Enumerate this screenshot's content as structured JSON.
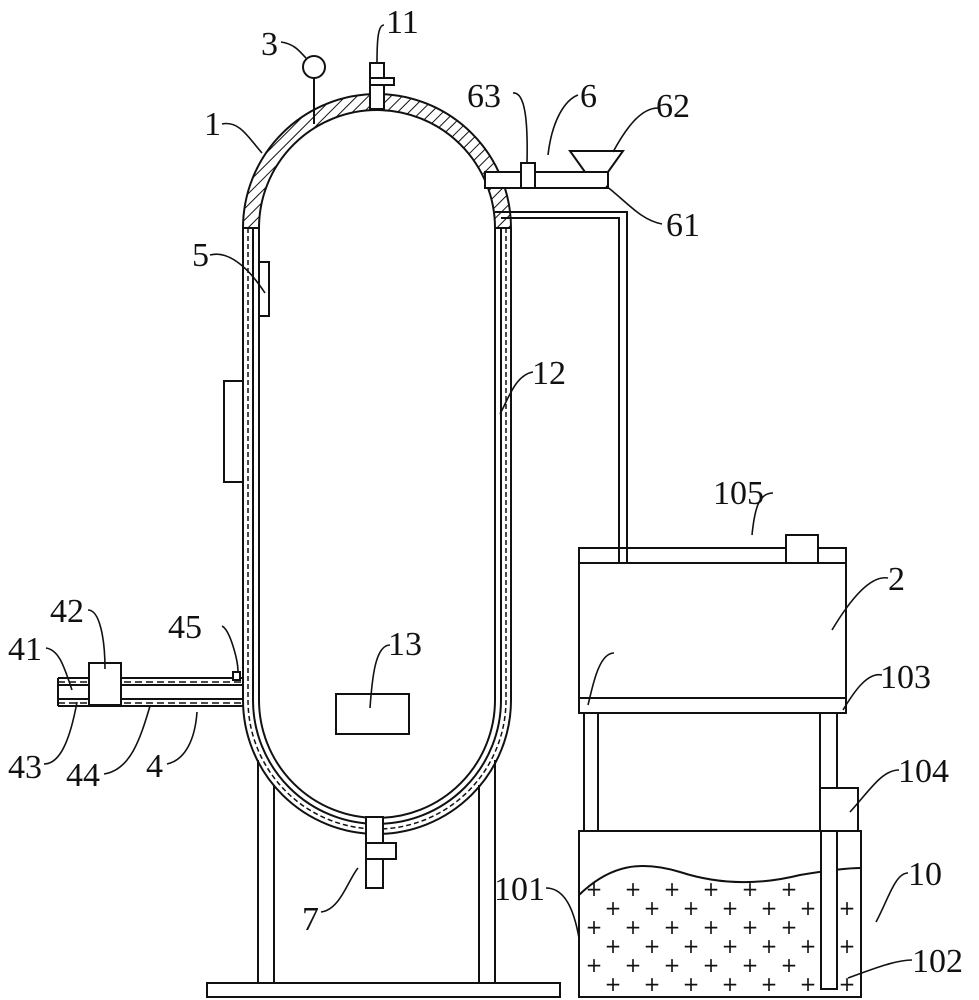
{
  "figure": {
    "type": "patent-style mechanical schematic",
    "colors": {
      "line": "#111111",
      "background": "#ffffff"
    }
  },
  "labels": {
    "vessel": "1",
    "tank": "2",
    "gauge": "3",
    "side_pipe": "4",
    "side_panel": "5",
    "feeder": "6",
    "bottom_valve": "7",
    "base_box": "10",
    "top_valve": "11",
    "jacket": "12",
    "inner_plate": "13",
    "pipe_inner": "41",
    "pipe_valve": "42",
    "pipe_wall_inner": "43",
    "pipe_wall_outer": "44",
    "pipe_fitting": "45",
    "feed_tube": "61",
    "hopper": "62",
    "feed_valve": "63",
    "fill_material": "101",
    "dip_tube": "102",
    "tank_plate": "103",
    "pump": "104",
    "tank_fitting": "105"
  },
  "fill_pattern_symbol": "+"
}
